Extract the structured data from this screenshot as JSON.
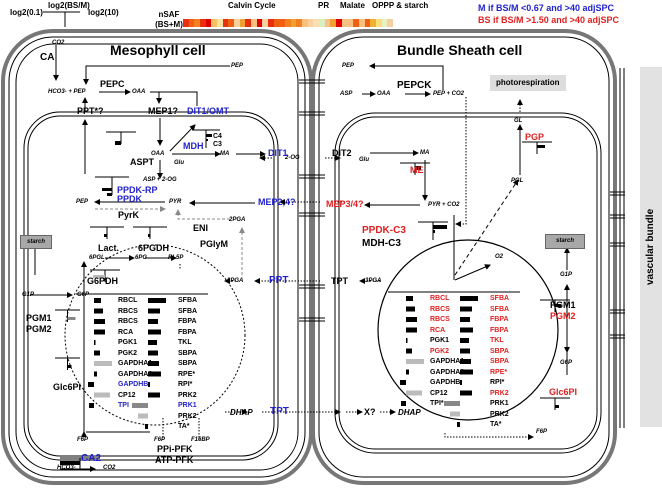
{
  "legend": {
    "scale_title": "log2(BS/M)",
    "scale_min": "log2(0.1)",
    "scale_max": "log2(10)",
    "nsaf_label": "nSAF (BS+M)",
    "groups": [
      "Calvin Cycle",
      "PR",
      "Malate",
      "OPPP & starch"
    ],
    "nsaf_colors": [
      "#e83010",
      "#f06010",
      "#f08020",
      "#e83010",
      "#e00000",
      "#f8c060",
      "#f8e0a0",
      "#e83010",
      "#f06010",
      "#fbd0a0",
      "#f0a030",
      "#e83010",
      "#f8c080",
      "#e00000",
      "#fbd0a0",
      "#e83010",
      "#f06010",
      "#f06010",
      "#f08020",
      "#f0a030",
      "#f08020",
      "#f8c080",
      "#fbd0a0",
      "#f8e0b0",
      "#d8f0c0",
      "#f8c090",
      "#f0a030",
      "#e00000",
      "#f8c080",
      "#f8c080",
      "#f06010",
      "#f8c080",
      "#f06010",
      "#f0b030",
      "#f8e080",
      "#e8f0c0",
      "#f8d0a0"
    ],
    "m_rule": "M   if BS/M <0.67 and  >40 adjSPC",
    "bs_rule": "BS if BS/M >1.50 and  >40 adjSPC",
    "m_color": "#2222cc",
    "bs_color": "#e02020"
  },
  "cells": {
    "mesophyll": "Mesophyll cell",
    "bundle_sheath": "Bundle Sheath cell",
    "vascular": "vascular bundle",
    "photorespiration": "photorespiration",
    "starch": "starch"
  },
  "metabolites": {
    "co2": "CO2",
    "hco3": "HCO3- + PEP",
    "pep": "PEP",
    "oaa": "OAA",
    "ma": "MA",
    "asp_2og": "ASP + 2-OG",
    "glu": "Glu",
    "pyr": "PYR",
    "two_og": "2-OG",
    "twopga": "2PGA",
    "threepga": "3PGA",
    "sixpgl": "6PGL",
    "sixpg": "6PG",
    "rl5p": "RL5P",
    "g1p": "G1P",
    "g6p": "G6P",
    "f6p": "F6P",
    "f16bp": "F16BP",
    "dhap": "DHAP",
    "asp": "ASP",
    "pep_co2": "PEP + CO2",
    "pyr_co2": "PYR + CO2",
    "gl": "GL",
    "pgl": "PGL",
    "o2": "O2",
    "hco3_ca2": "HCO3-",
    "co2_ca2": "CO2",
    "x": "X?"
  },
  "enzymes_m": {
    "ca": "CA",
    "pepc": "PEPC",
    "ppt_q": "PPT*?",
    "mep1": "MEP1?",
    "dit1_omt": "DIT1/OMT",
    "mdh": "MDH",
    "c4": "C4",
    "c3": "C3",
    "aspt": "ASPT",
    "dit1": "DIT1",
    "ppdk_rp": "PPDK-RP",
    "ppdk": "PPDK",
    "pyrk": "PyrK",
    "mep24": "MEP2,4?",
    "eni": "ENI",
    "pglym": "PGlyM",
    "lact": "Lact.",
    "sixpgdh": "6PGDH",
    "g6pdh": "G6PDH",
    "ppt": "PPT",
    "pgm1": "PGM1",
    "pgm2": "PGM2",
    "glc6pi": "Glc6PI",
    "tpt": "TPT",
    "ppi_pfk": "PPi-PFK",
    "atp_pfk": "ATP-PFK",
    "ca2": "CA2"
  },
  "enzymes_bs": {
    "pepck": "PEPCK",
    "dit2": "DIT2",
    "me": "ME",
    "mep34": "MEP3/4?",
    "ppdk_c3": "PPDK-C3",
    "mdh_c3": "MDH-C3",
    "pgp": "PGP",
    "tpt": "TPT",
    "pgm1": "PGM1",
    "pgm2": "PGM2",
    "glc6pi": "Glc6PI"
  },
  "calvin_m": {
    "left": [
      {
        "name": "RBCL",
        "color": "#000000",
        "ratio": 0.35
      },
      {
        "name": "RBCS",
        "color": "#000000",
        "ratio": 0.45
      },
      {
        "name": "RBCS",
        "color": "#000000",
        "ratio": 0.55
      },
      {
        "name": "RCA",
        "color": "#000000",
        "ratio": 0.55
      },
      {
        "name": "PGK1",
        "color": "#000000",
        "ratio": 0.05
      },
      {
        "name": "PGK2",
        "color": "#000000",
        "ratio": 0.3
      },
      {
        "name": "GAPDHA1",
        "color": "#000000",
        "ratio": 0.9,
        "bar": "#bbbbbb"
      },
      {
        "name": "GAPDHA2",
        "color": "#000000",
        "ratio": 0.15
      },
      {
        "name": "GAPDHB",
        "color": "#2222cc",
        "ratio": -0.3
      },
      {
        "name": "CP12",
        "color": "#000000",
        "ratio": 0.8,
        "bar": "#bbbbbb"
      },
      {
        "name": "TPI",
        "color": "#2222cc",
        "ratio": -0.25
      }
    ],
    "right": [
      {
        "name": "SFBA",
        "color": "#000000",
        "ratio": 0.9
      },
      {
        "name": "SFBA",
        "color": "#000000",
        "ratio": 0.6
      },
      {
        "name": "FBPA",
        "color": "#000000",
        "ratio": 0.5
      },
      {
        "name": "FBPA",
        "color": "#000000",
        "ratio": 0.65
      },
      {
        "name": "TKL",
        "color": "#000000",
        "ratio": 0.45
      },
      {
        "name": "SBPA",
        "color": "#000000",
        "ratio": 0.5
      },
      {
        "name": "SBPA",
        "color": "#000000",
        "ratio": 0.55
      },
      {
        "name": "RPE*",
        "color": "#000000",
        "ratio": 0.65
      },
      {
        "name": "RPI*",
        "color": "#000000",
        "ratio": 0.1
      },
      {
        "name": "PRK2",
        "color": "#000000",
        "ratio": 0.6
      },
      {
        "name": "PRK1",
        "color": "#2222cc",
        "ratio": -0.8,
        "bar": "#888888"
      },
      {
        "name": "PRK2",
        "color": "#000000",
        "ratio": -0.5,
        "bar": "#bbbbbb"
      },
      {
        "name": "TA*",
        "color": "#000000",
        "ratio": -0.15
      }
    ]
  },
  "calvin_bs": {
    "left": [
      {
        "name": "RBCL",
        "color": "#e02020",
        "ratio": 0.35
      },
      {
        "name": "RBCS",
        "color": "#e02020",
        "ratio": 0.45
      },
      {
        "name": "RBCS",
        "color": "#e02020",
        "ratio": 0.55
      },
      {
        "name": "RCA",
        "color": "#e02020",
        "ratio": 0.55
      },
      {
        "name": "PGK1",
        "color": "#000000",
        "ratio": 0.05
      },
      {
        "name": "PGK2",
        "color": "#e02020",
        "ratio": 0.3
      },
      {
        "name": "GAPDHA1",
        "color": "#000000",
        "ratio": 0.9,
        "bar": "#bbbbbb"
      },
      {
        "name": "GAPDHA2",
        "color": "#000000",
        "ratio": 0.15
      },
      {
        "name": "GAPDHB",
        "color": "#000000",
        "ratio": -0.3
      },
      {
        "name": "CP12",
        "color": "#000000",
        "ratio": 0.8,
        "bar": "#bbbbbb"
      },
      {
        "name": "TPI*",
        "color": "#000000",
        "ratio": -0.25
      }
    ],
    "right": [
      {
        "name": "SFBA",
        "color": "#e02020",
        "ratio": 0.9
      },
      {
        "name": "SFBA",
        "color": "#e02020",
        "ratio": 0.6
      },
      {
        "name": "FBPA",
        "color": "#e02020",
        "ratio": 0.5
      },
      {
        "name": "FBPA",
        "color": "#e02020",
        "ratio": 0.65
      },
      {
        "name": "TKL",
        "color": "#e02020",
        "ratio": 0.45
      },
      {
        "name": "SBPA",
        "color": "#e02020",
        "ratio": 0.5
      },
      {
        "name": "SBPA",
        "color": "#e02020",
        "ratio": 0.55
      },
      {
        "name": "RPE*",
        "color": "#e02020",
        "ratio": 0.65
      },
      {
        "name": "RPI*",
        "color": "#000000",
        "ratio": 0.1
      },
      {
        "name": "PRK2",
        "color": "#e02020",
        "ratio": 0.6
      },
      {
        "name": "PRK1",
        "color": "#000000",
        "ratio": -0.8,
        "bar": "#888888"
      },
      {
        "name": "PRK2",
        "color": "#000000",
        "ratio": -0.5,
        "bar": "#bbbbbb"
      },
      {
        "name": "TA*",
        "color": "#000000",
        "ratio": -0.15
      }
    ]
  }
}
